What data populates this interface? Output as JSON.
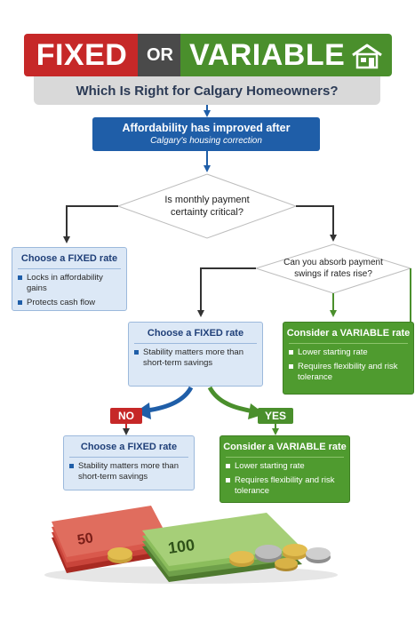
{
  "title": {
    "word_fixed": "FIXED",
    "word_or": "OR",
    "word_variable": "VARIABLE",
    "subtitle": "Which Is Right for Calgary Homeowners?"
  },
  "info_box": {
    "line1": "Affordability has improved after",
    "line2": "Calgary's housing correction"
  },
  "decision1": {
    "line1": "Is monthly payment",
    "line2": "certainty critical?"
  },
  "decision2": {
    "line1": "Can you absorb payment",
    "line2": "swings if rates rise?"
  },
  "card_left": {
    "title": "Choose a FIXED rate",
    "bullets": [
      "Locks in affordability gains",
      "Protects cash flow"
    ]
  },
  "card_mid": {
    "title": "Choose a FIXED rate",
    "bullets": [
      "Stability matters more than short-term savings"
    ]
  },
  "card_right": {
    "title": "Consider a VARIABLE rate",
    "bullets": [
      "Lower starting rate",
      "Requires flexibility and risk tolerance"
    ]
  },
  "badges": {
    "no": "NO",
    "yes": "YES"
  },
  "card_bottom_left": {
    "title": "Choose a FIXED rate",
    "bullets": [
      "Stability matters more than short-term savings"
    ]
  },
  "card_bottom_right": {
    "title": "Consider a VARIABLE rate",
    "bullets": [
      "Lower starting rate",
      "Requires flexibility and risk tolerance"
    ]
  },
  "money": {
    "note_50": "50",
    "note_100": "100"
  },
  "colors": {
    "red": "#c62828",
    "green": "#4a8f2c",
    "blue": "#1f5ea8",
    "light_blue": "#dce8f6",
    "gray_bar": "#d9d9d9"
  },
  "icons": [
    "house-icon",
    "arrow-icon",
    "decision-diamond"
  ]
}
